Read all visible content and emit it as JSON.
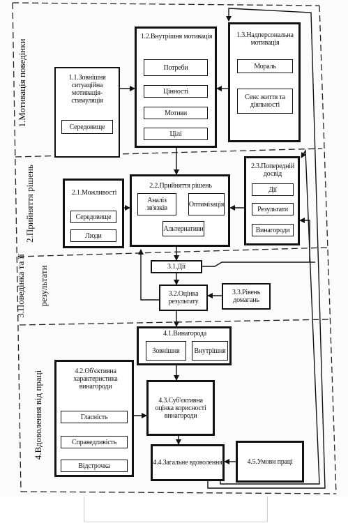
{
  "sections": {
    "s1": "1.Мотивація поведінки",
    "s2": "2.Прийняття рішень",
    "s3a": "3.Поведінка та її",
    "s3b": "результати",
    "s4": "4.Вдоволення від праці"
  },
  "b11": {
    "title": "1.1.Зовнішня ситуаційна мотивація-стимуляція",
    "item": "Середовище"
  },
  "b12": {
    "title": "1.2.Внутрішня мотивація",
    "items": [
      "Потреби",
      "Цінності",
      "Мотиви",
      "Цілі"
    ]
  },
  "b13": {
    "title": "1.3.Надперсональна мотивація",
    "items": [
      "Мораль",
      "Сенс життя та діяльності"
    ]
  },
  "b21": {
    "title": "2.1.Можливості",
    "items": [
      "Середовище",
      "Люди"
    ]
  },
  "b22": {
    "title": "2.2.Прийняття рішень",
    "analysis": "Аналіз зв'язків",
    "optimization": "Оптимізація",
    "alternatives": "Альтернативи"
  },
  "b23": {
    "title": "2.3.Попередній досвід",
    "items": [
      "Дії",
      "Результати",
      "Винагороди"
    ]
  },
  "b31": "3.1.Дії",
  "b32": "3.2.Оцінка результату",
  "b33": "3.3.Рівень домагань",
  "b41": {
    "title": "4.1.Винагорода",
    "items": [
      "Зовнішня",
      "Внутрішня"
    ]
  },
  "b42": {
    "title": "4.2.Об'єктивна характеристика винагороди",
    "items": [
      "Гласність",
      "Справедливість",
      "Відстрочка"
    ]
  },
  "b43": "4.3.Суб'єктивна оцінка корисності винагороди",
  "b44": "4.4.Загальне вдоволення",
  "b45": "4.5.Умови праці"
}
